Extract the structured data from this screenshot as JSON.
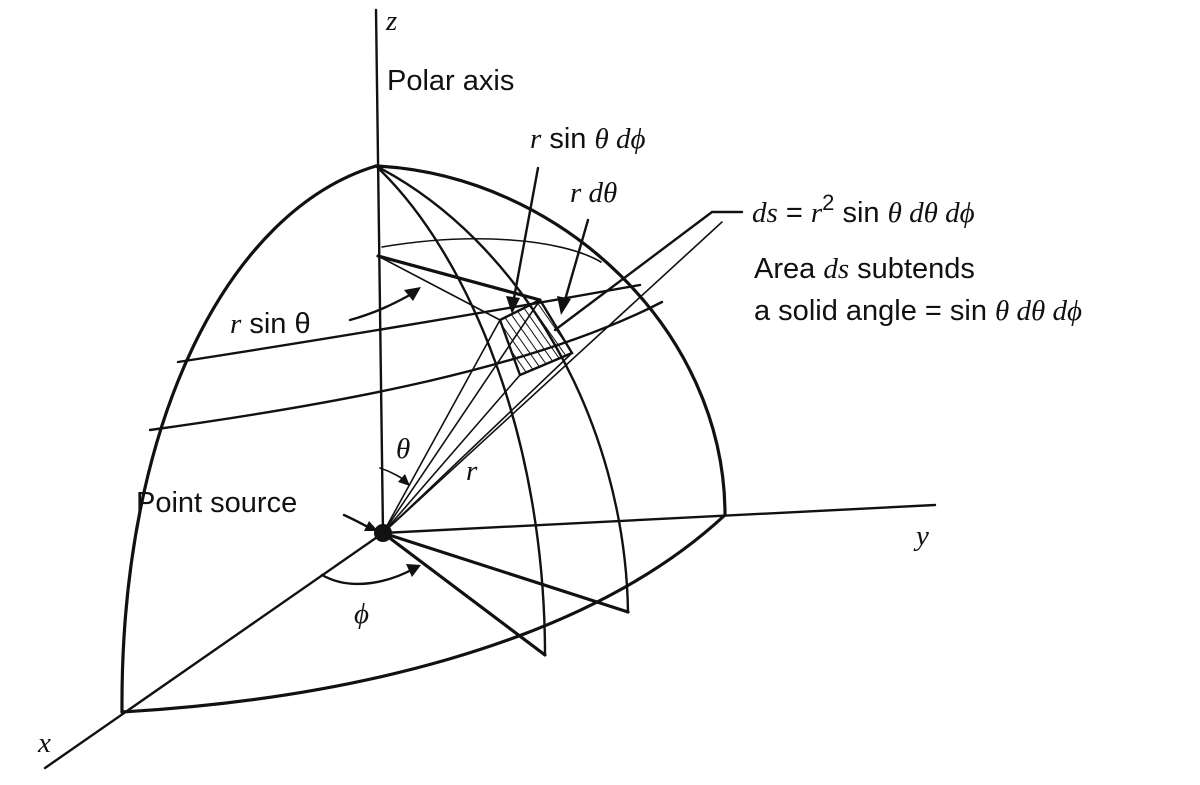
{
  "labels": {
    "z_axis": "z",
    "y_axis": "y",
    "x_axis": "x",
    "polar_axis": "Polar axis",
    "theta": "θ",
    "phi": "ϕ",
    "r": "r",
    "point_source": "Point source",
    "r_sin_theta_dphi": {
      "r": "r",
      "sin": " sin ",
      "rest": "θ dϕ"
    },
    "r_dtheta": {
      "r": "r",
      "rest": " dθ"
    },
    "r_sin_theta": {
      "r": "r",
      "rest": " sin θ"
    },
    "ds_formula": {
      "ds": "ds",
      "eq": " = ",
      "r": "r",
      "exp": "2",
      "sin": " sin ",
      "rest": "θ dθ dϕ"
    },
    "area_line": {
      "pre": "Area ",
      "ds": "ds",
      "post": " subtends"
    },
    "solid_angle_line": {
      "pre": "a solid angle = sin ",
      "rest": "θ dθ dϕ"
    }
  },
  "colors": {
    "ink": "#111111",
    "background": "#ffffff"
  }
}
